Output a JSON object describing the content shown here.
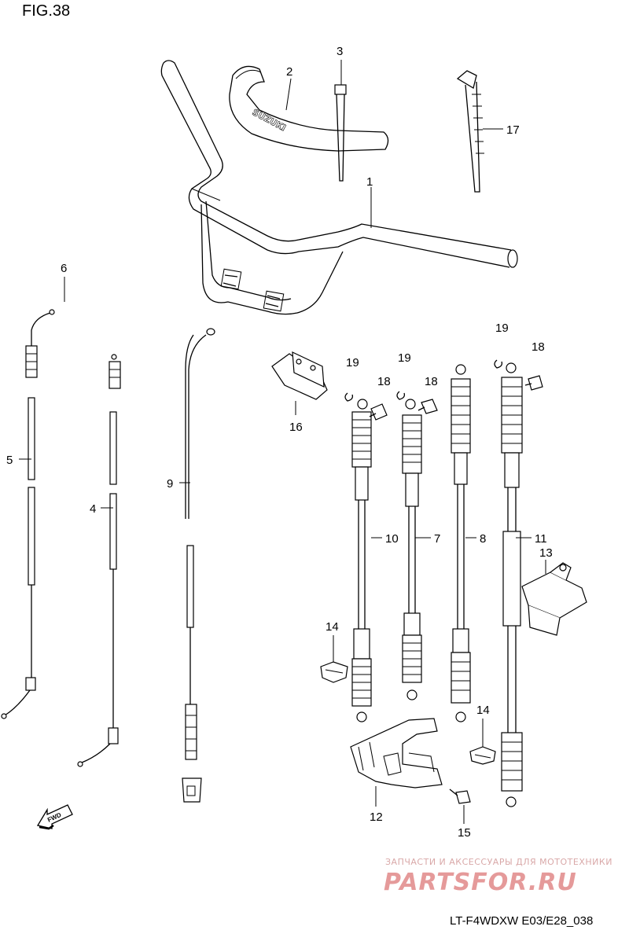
{
  "figure_title": "FIG.38",
  "drawing_code": "LT-F4WDXW E03/E28_038",
  "brand_mark": "SUZUKI",
  "fwd_arrow": "FWD",
  "watermark": {
    "tagline": "ЗАПЧАСТИ И АКСЕССУАРЫ ДЛЯ МОТОТЕХНИКИ",
    "site": "PARTSFOR.RU"
  },
  "callouts": {
    "c1": "1",
    "c2": "2",
    "c3": "3",
    "c4": "4",
    "c5": "5",
    "c6": "6",
    "c7": "7",
    "c8": "8",
    "c9": "9",
    "c10": "10",
    "c11": "11",
    "c12": "12",
    "c13": "13",
    "c14a": "14",
    "c14b": "14",
    "c15": "15",
    "c16": "16",
    "c17": "17",
    "c18a": "18",
    "c18b": "18",
    "c18c": "18",
    "c19a": "19",
    "c19b": "19",
    "c19c": "19"
  }
}
